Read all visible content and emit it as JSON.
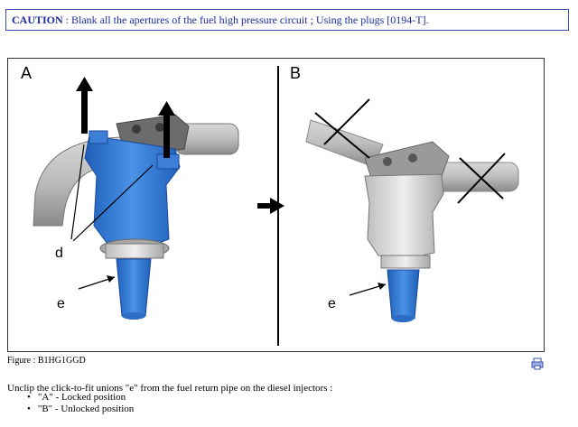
{
  "caution": {
    "prefix": "CAUTION",
    "text": " : Blank all the apertures of the fuel high pressure circuit ; Using the plugs [0194-T]."
  },
  "figure": {
    "panel_a": "A",
    "panel_b": "B",
    "callout_d": "d",
    "callout_e_left": "e",
    "callout_e_right": "e",
    "caption": "Figure : B1HG1GGD"
  },
  "instruction": "Unclip the click-to-fit unions \"e\" from the fuel return pipe on the diesel injectors :",
  "positions": [
    "\"A\" - Locked position",
    "\"B\" - Unlocked position"
  ],
  "icons": {
    "print": "print-icon"
  },
  "colors": {
    "border": "#3a4fb0",
    "union_blue": "#3d7fd6",
    "text_blue": "#1a2a9a"
  }
}
